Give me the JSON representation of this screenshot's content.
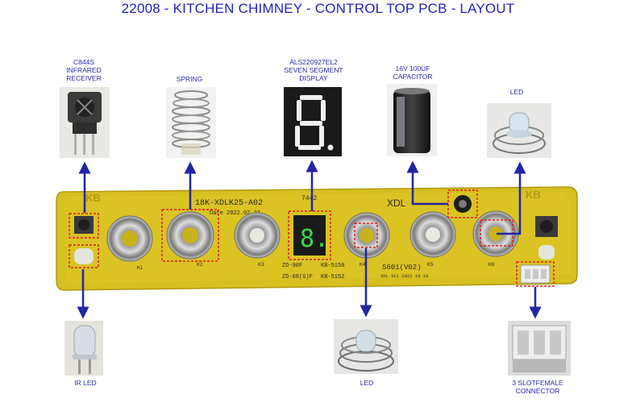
{
  "title": "22008 - KITCHEN CHIMNEY - CONTROL TOP PCB - LAYOUT",
  "components": [
    {
      "name": "ir-receiver",
      "label_lines": [
        "C844S",
        "INFRARED",
        "RECEIVER"
      ]
    },
    {
      "name": "spring",
      "label_lines": [
        "SPRING"
      ]
    },
    {
      "name": "seven-segment",
      "label_lines": [
        "ALS220927EL2",
        "SEVEN SEGMENT",
        "DISPLAY"
      ]
    },
    {
      "name": "capacitor",
      "label_lines": [
        "16V 100UF",
        "CAPACITOR"
      ]
    },
    {
      "name": "led-top",
      "label_lines": [
        "LED"
      ]
    },
    {
      "name": "ir-led",
      "label_lines": [
        "IR LED"
      ]
    },
    {
      "name": "led-bottom",
      "label_lines": [
        "LED"
      ]
    },
    {
      "name": "connector",
      "label_lines": [
        "3 SLOTFEMALE",
        "CONNECTOR"
      ]
    }
  ],
  "board": {
    "logo_left": "KB",
    "logo_right": "KB",
    "model": "18K-XDLK25-A02",
    "date": "Date 2022.02.22",
    "brand": "XDL",
    "code_top": "7442",
    "code_s601": "S601(V02)",
    "code_small": "XDL SC1 2022 10 18",
    "part_a": "ZD-90F",
    "part_b": "KB-5150",
    "part_c": "ZD-68(G)F",
    "part_d": "KB-5152",
    "key_labels": [
      "K1",
      "K2",
      "K3",
      "K4",
      "K5",
      "K6"
    ],
    "seg_digit": "8."
  },
  "colors": {
    "title": "#2323b8",
    "arrow": "#2424a8",
    "dash": "#e02020",
    "board": "#d8c020"
  }
}
